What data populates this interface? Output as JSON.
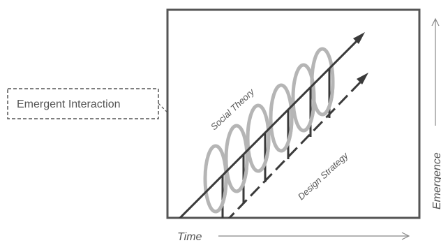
{
  "labels": {
    "callout": "Emergent Interaction",
    "upper_line": "Social Theory",
    "lower_line": "Design Strategy",
    "x_axis": "Time",
    "y_axis": "Emergence"
  },
  "colors": {
    "frame": "#555555",
    "line": "#3a3a3a",
    "loops": "#b5b5b5",
    "text": "#555555",
    "axis_arrow": "#888888"
  },
  "icons": {
    "x_axis": "arrow-right-icon",
    "y_axis": "arrow-up-icon"
  }
}
